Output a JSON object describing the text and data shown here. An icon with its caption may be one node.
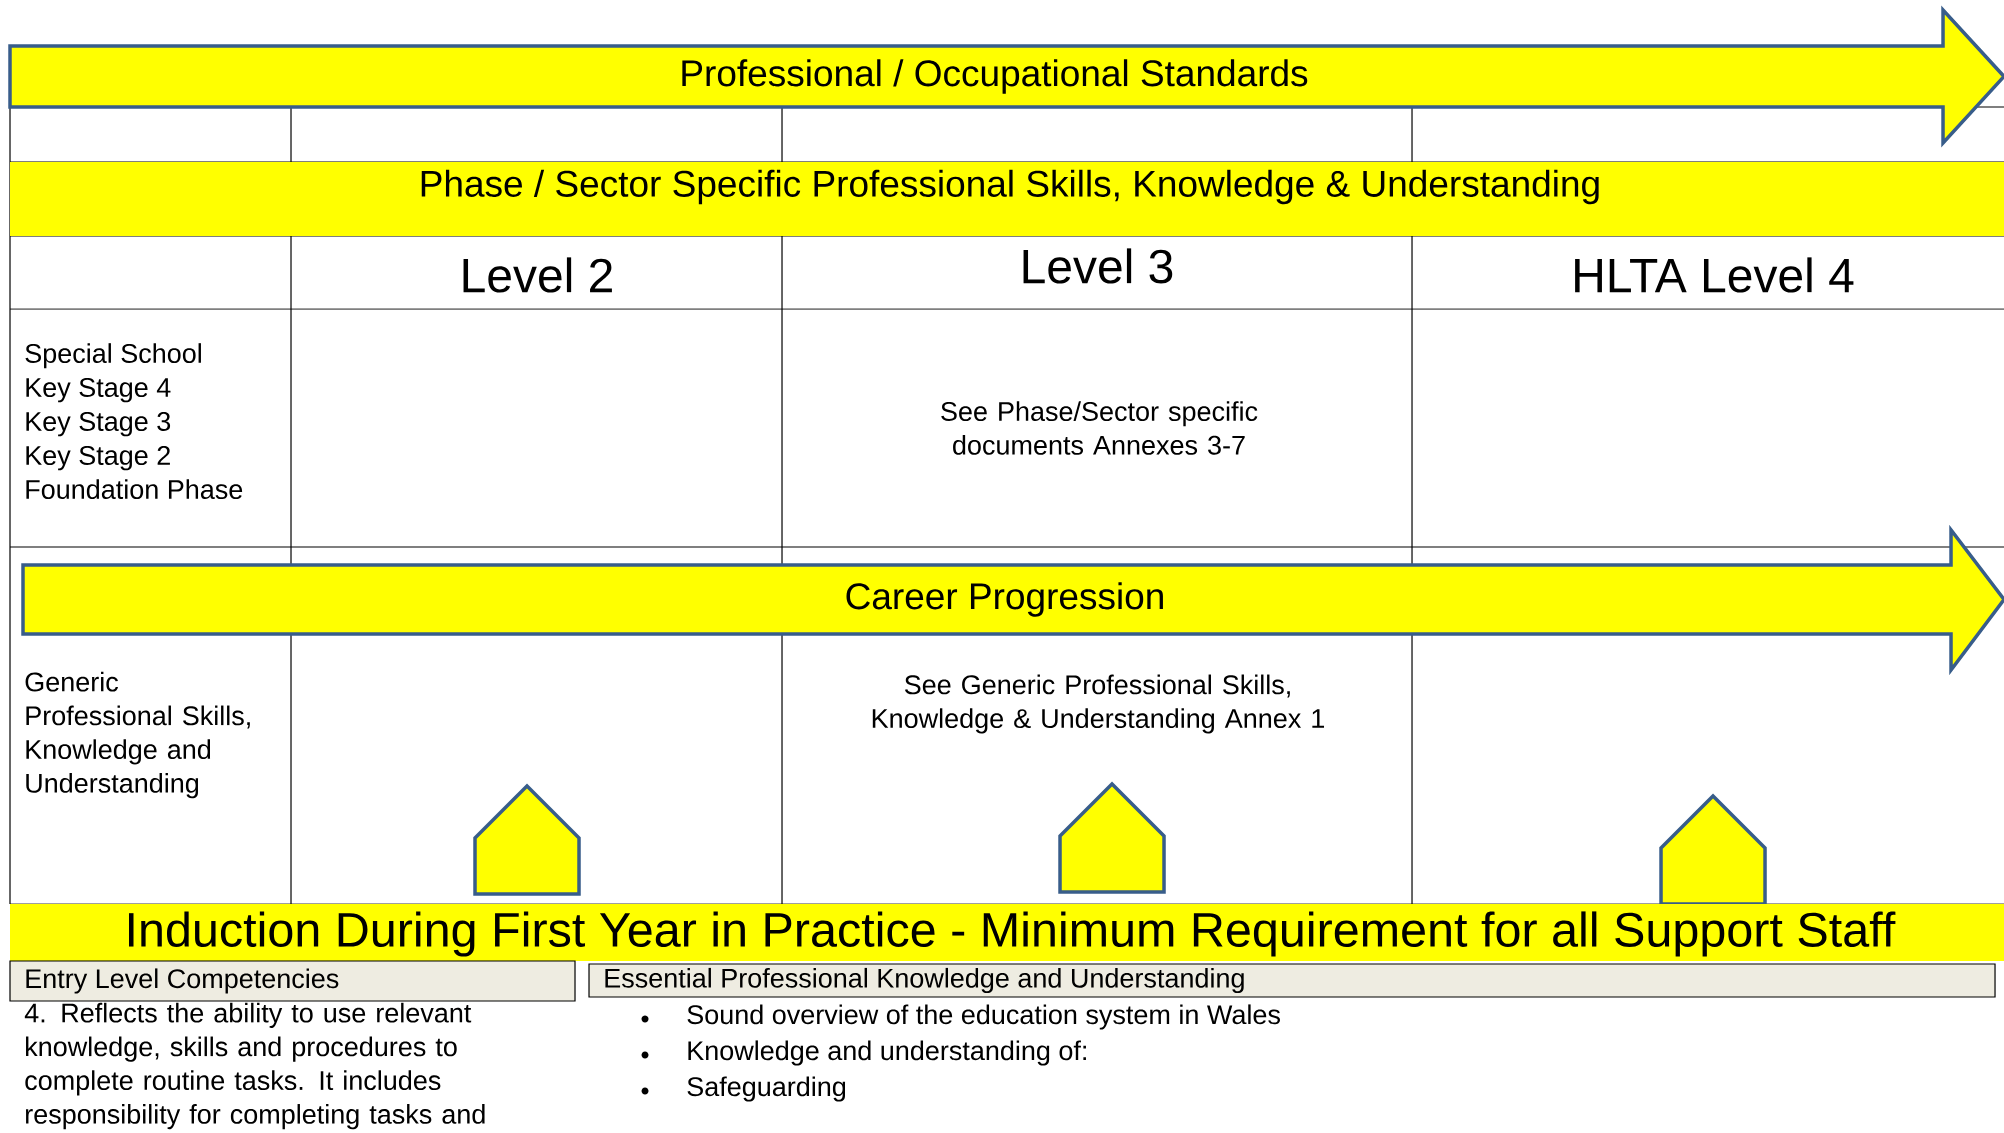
{
  "diagram": {
    "nodes": [
      {
        "text": [
          "Professional / Occupational Standards"
        ]
      },
      {
        "text": [
          "Phase / Sector Specific Professional Skills, Knowledge & Understanding"
        ]
      },
      {
        "text": [
          "Level 2"
        ]
      },
      {
        "text": [
          "Level 3"
        ]
      },
      {
        "text": [
          "HLTA Level 4"
        ]
      },
      {
        "text": [
          "Special School",
          "Key Stage 4",
          "Key Stage 3",
          "Key Stage 2",
          "Foundation Phase"
        ]
      },
      {
        "text": [
          "See Phase/Sector specific documents Annexes 3-7"
        ]
      },
      {
        "text": [
          "Career Progression"
        ]
      },
      {
        "text": [
          "Generic Professional Skills, Knowledge and Understanding"
        ]
      },
      {
        "text": [
          "See Generic Professional Skills, Knowledge & Understanding Annex 1"
        ]
      },
      {
        "text": [],
        "shape": "pentagon"
      },
      {
        "text": [],
        "shape": "pentagon"
      },
      {
        "text": [],
        "shape": "pentagon"
      },
      {
        "text": [
          "Induction During First Year in Practice -  Minimum Requirement for all Support Staff"
        ]
      },
      {
        "text": [
          "Entry Level Competencies"
        ]
      },
      {
        "text": [
          "4. Reflects the ability to use relevant knowledge, skills and procedures to complete routine tasks. It includes responsibility for completing tasks and"
        ]
      },
      {
        "text": [
          "Essential Professional Knowledge and Understanding"
        ]
      }
    ],
    "labels": [
      "Sound overview of the education system in Wales",
      "Knowledge and understanding of:",
      "Safeguarding"
    ]
  }
}
